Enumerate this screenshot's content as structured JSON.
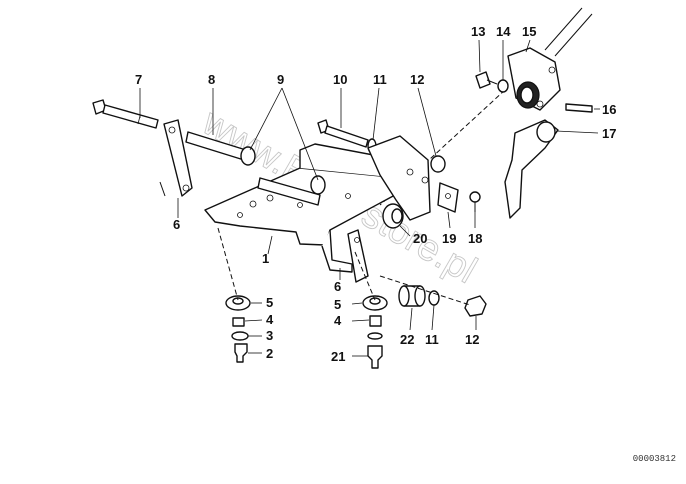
{
  "watermark": "www.BMWstore.pl",
  "diagram_id": "00003812",
  "callouts": {
    "p1": "1",
    "p2": "2",
    "p3": "3",
    "p4a": "4",
    "p4b": "4",
    "p5a": "5",
    "p5b": "5",
    "p6a": "6",
    "p6b": "6",
    "p7": "7",
    "p8": "8",
    "p9": "9",
    "p10": "10",
    "p11a": "11",
    "p11b": "11",
    "p12a": "12",
    "p12b": "12",
    "p13": "13",
    "p14": "14",
    "p15": "15",
    "p16": "16",
    "p17": "17",
    "p18": "18",
    "p19": "19",
    "p20": "20",
    "p21": "21",
    "p22": "22"
  }
}
